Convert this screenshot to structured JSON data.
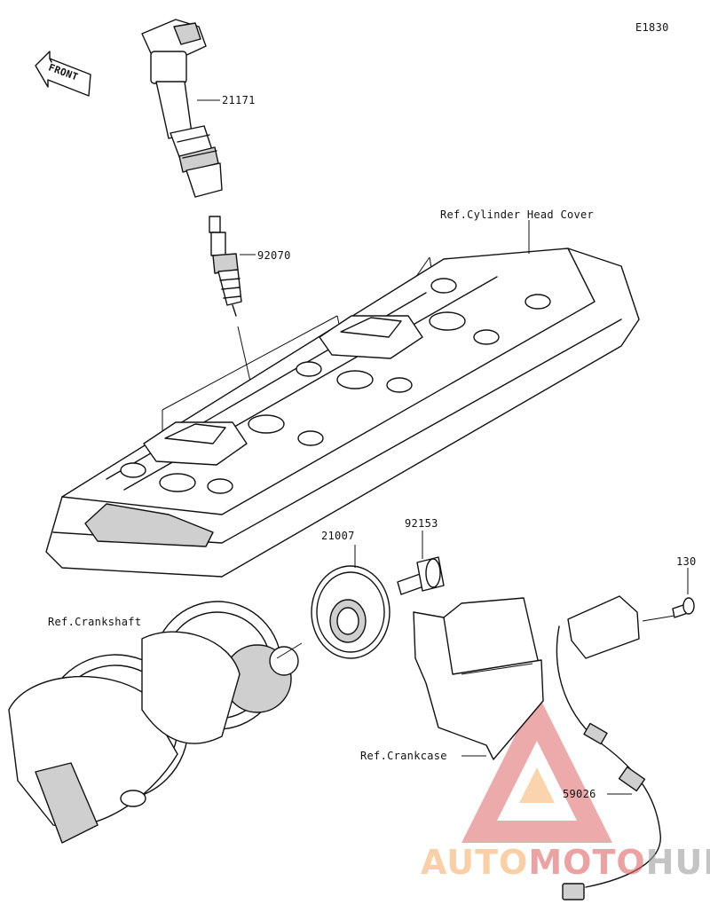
{
  "diagram_code": "E1830",
  "front_label": "FRONT",
  "parts": [
    {
      "id": "ignition-coil",
      "number": "21171"
    },
    {
      "id": "spark-plug",
      "number": "92070"
    },
    {
      "id": "rotor",
      "number": "21007"
    },
    {
      "id": "rotor-bolt",
      "number": "92153"
    },
    {
      "id": "sensor-bolt",
      "number": "130"
    },
    {
      "id": "crankshaft-sensor",
      "number": "59026"
    }
  ],
  "references": {
    "cylinder_head_cover": "Ref.Cylinder Head Cover",
    "crankshaft": "Ref.Crankshaft",
    "crankcase": "Ref.Crankcase"
  },
  "watermark": {
    "part1": "AUTO",
    "part2": "MOTO",
    "part3": "HUB",
    "color_orange": "#f6b26b",
    "color_red": "#e06666",
    "color_gray": "#9e9e9e"
  }
}
